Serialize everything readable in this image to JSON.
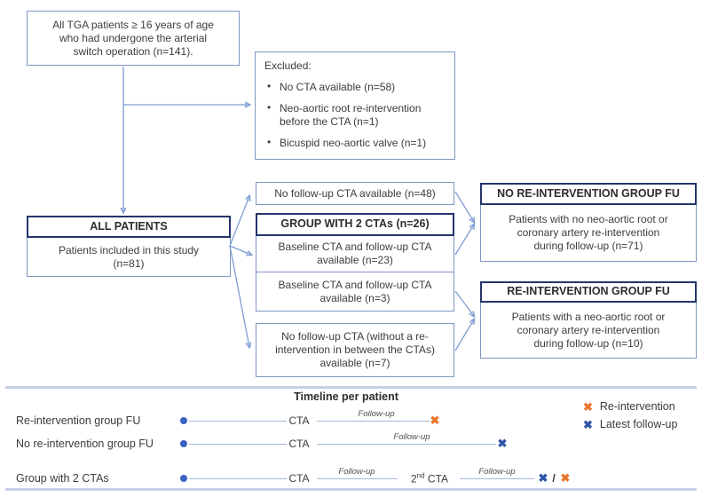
{
  "figure": {
    "flowchart": {
      "top_box": "All TGA patients ≥ 16 years of age\nwho had undergone the arterial\nswitch operation (n=141).",
      "excluded_box": {
        "title": "Excluded:",
        "items": [
          "No CTA available (n=58)",
          "Neo-aortic root re-intervention\nbefore the CTA (n=1)",
          "Bicuspid neo-aortic valve (n=1)"
        ]
      },
      "all_patients_box": {
        "header": "ALL PATIENTS",
        "body": "Patients included in this study\n(n=81)"
      },
      "no_followup_box": "No follow-up CTA available (n=48)",
      "group_box": {
        "header": "GROUP WITH 2 CTAs (n=26)",
        "section_1": "Baseline CTA and follow-up CTA\navailable (n=23)",
        "section_2": "Baseline CTA and follow-up CTA\navailable (n=3)"
      },
      "no_followup_reint_box": "No follow-up CTA (without a re-\nintervention in between the CTAs)\navailable (n=7)",
      "no_reintervention_box": {
        "header": "NO RE-INTERVENTION GROUP FU",
        "body": "Patients with no neo-aortic root or\ncoronary artery re-intervention\nduring follow-up (n=71)"
      },
      "reintervention_box": {
        "header": "RE-INTERVENTION GROUP FU",
        "body": "Patients with a neo-aortic root or\ncoronary artery re-intervention\nduring follow-up (n=10)"
      }
    },
    "timeline": {
      "title": "Timeline per patient",
      "rows": [
        {
          "label": "Re-intervention group FU",
          "cta": "CTA",
          "followup": "Follow-up"
        },
        {
          "label": "No re-intervention group FU",
          "cta": "CTA",
          "followup": "Follow-up"
        },
        {
          "label": "Group with 2 CTAs",
          "cta": "CTA",
          "followup_1": "Follow-up",
          "second_cta_base": "2",
          "second_cta_sup": "nd",
          "second_cta_rest": " CTA",
          "followup_2": "Follow-up",
          "separator": "/"
        }
      ],
      "legend": [
        {
          "label": "Re-intervention",
          "color": "#E9762E"
        },
        {
          "label": "Latest follow-up",
          "color": "#2E55A5"
        }
      ]
    },
    "icons": {
      "x_mark": "✖"
    },
    "colors": {
      "dark_border": "#24356B",
      "light_border": "#8096C2",
      "connector": "#7E9CD2",
      "arrowhead": "#4472C4",
      "timeline_line": "#A4B6D6",
      "timeline_dot": "#3A60C2",
      "reintervention_x": "#E9762E",
      "latest_followup_x": "#2E55A5",
      "divider": "#C3D2E4"
    }
  }
}
